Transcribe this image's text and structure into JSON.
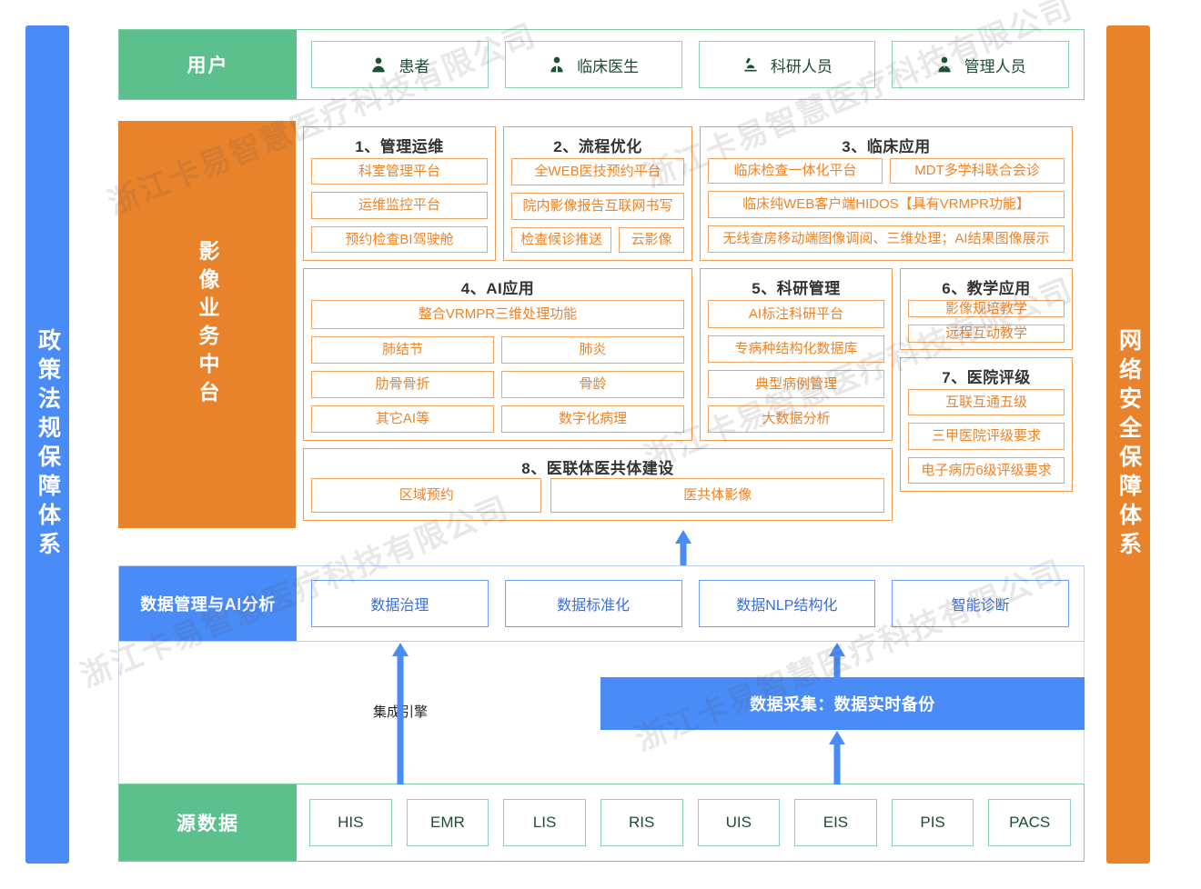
{
  "rails": {
    "left": {
      "label": "政策法规保障体系",
      "color": "#4a8cf7"
    },
    "right": {
      "label": "网络安全保障体系",
      "color": "#e8822b"
    }
  },
  "users": {
    "label": "用户",
    "color": "#5cc08c",
    "items": [
      {
        "label": "患者",
        "icon": "user-icon"
      },
      {
        "label": "临床医生",
        "icon": "doctor-icon"
      },
      {
        "label": "科研人员",
        "icon": "microscope-icon"
      },
      {
        "label": "管理人员",
        "icon": "manager-icon"
      }
    ]
  },
  "middle": {
    "label": "影像业务中台",
    "color": "#e8822b",
    "groups": [
      {
        "title": "1、管理运维",
        "rows": [
          [
            "科室管理平台"
          ],
          [
            "运维监控平台"
          ],
          [
            "预约检查BI驾驶舱"
          ]
        ]
      },
      {
        "title": "2、流程优化",
        "rows": [
          [
            "全WEB医技预约平台"
          ],
          [
            "院内影像报告互联网书写"
          ],
          [
            "检查候诊推送",
            "云影像"
          ]
        ]
      },
      {
        "title": "3、临床应用",
        "rows": [
          [
            "临床检查一体化平台",
            "MDT多学科联合会诊"
          ],
          [
            "临床纯WEB客户端HIDOS【具有VRMPR功能】"
          ],
          [
            "无线查房移动端图像调阅、三维处理；AI结果图像展示"
          ]
        ]
      },
      {
        "title": "4、AI应用",
        "rows": [
          [
            "整合VRMPR三维处理功能"
          ],
          [
            "肺结节",
            "肺炎"
          ],
          [
            "肋骨骨折",
            "骨龄"
          ],
          [
            "其它AI等",
            "数字化病理"
          ]
        ]
      },
      {
        "title": "5、科研管理",
        "rows": [
          [
            "AI标注科研平台"
          ],
          [
            "专病种结构化数据库"
          ],
          [
            "典型病例管理"
          ],
          [
            "大数据分析"
          ]
        ]
      },
      {
        "title": "6、教学应用",
        "rows": [
          [
            "影像规培教学"
          ],
          [
            "远程互动教学"
          ]
        ]
      },
      {
        "title": "7、医院评级",
        "rows": [
          [
            "互联互通五级"
          ],
          [
            "三甲医院评级要求"
          ],
          [
            "电子病历6级评级要求"
          ]
        ]
      },
      {
        "title": "8、医联体医共体建设",
        "rows": [
          [
            "区域预约",
            "医共体影像"
          ]
        ]
      }
    ]
  },
  "data_layer": {
    "label": "数据管理与AI分析",
    "color": "#4a8cf7",
    "items": [
      "数据治理",
      "数据标准化",
      "数据NLP结构化",
      "智能诊断"
    ]
  },
  "collection": {
    "label": "数据采集：数据实时备份",
    "color": "#4a8cf7"
  },
  "engine": {
    "label": "集成引擎"
  },
  "source": {
    "label": "源数据",
    "color": "#5cc08c",
    "items": [
      "HIS",
      "EMR",
      "LIS",
      "RIS",
      "UIS",
      "EIS",
      "PIS",
      "PACS"
    ]
  },
  "watermark": {
    "text": "浙江卡易智慧医疗科技有限公司"
  }
}
